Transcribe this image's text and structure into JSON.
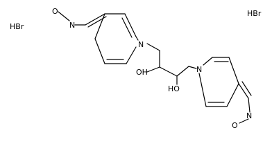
{
  "molecule": {
    "salt_left": "HBr",
    "salt_right": "HBr",
    "atoms": {
      "o_top": "O",
      "n_oxime_top": "N",
      "n_ring_top": "N",
      "oh_upper": "OH",
      "oh_lower": "HO",
      "n_ring_bottom": "N",
      "n_oxime_bottom": "N",
      "o_bottom": "O"
    }
  },
  "colors": {
    "bond": "#000000",
    "text": "#000000",
    "background": "#ffffff"
  }
}
